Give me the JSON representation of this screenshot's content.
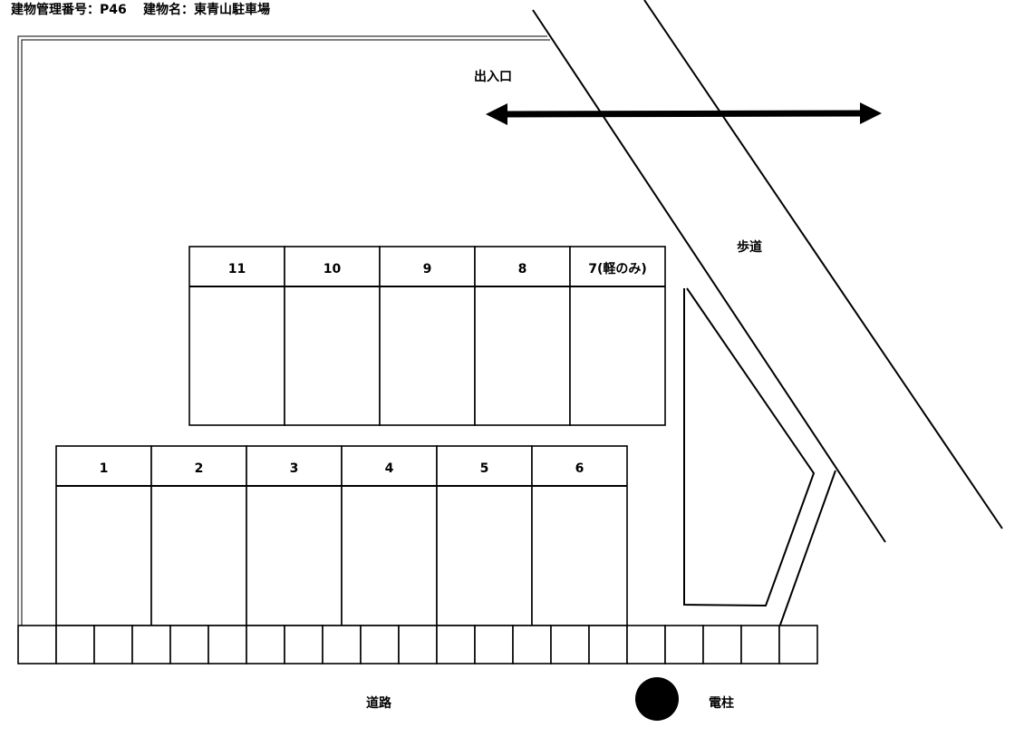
{
  "header": {
    "building_id_label": "建物管理番号：P46",
    "building_name_label": "建物名：東青山駐車場"
  },
  "labels": {
    "entrance": "出入口",
    "sidewalk": "歩道",
    "road": "道路",
    "utility_pole": "電柱"
  },
  "parking": {
    "upper_row": [
      "11",
      "10",
      "9",
      "8",
      "7(軽のみ)"
    ],
    "lower_row": [
      "1",
      "2",
      "3",
      "4",
      "5",
      "6"
    ]
  },
  "road_blocks": {
    "count": 21
  }
}
